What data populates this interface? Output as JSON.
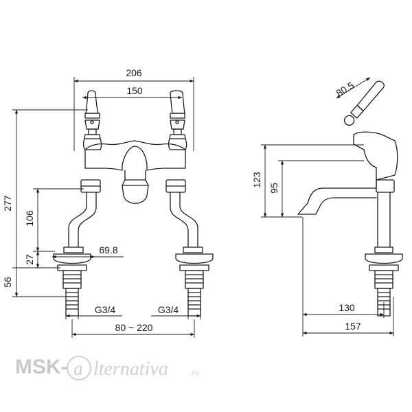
{
  "front_view": {
    "width_overall": "206",
    "handle_spacing": "150",
    "height_overall": "277",
    "height_to_nut": "106",
    "flange_height": "27",
    "flange_diameter": "69.8",
    "shank_length": "56",
    "thread_left": "G3/4",
    "thread_right": "G3/4",
    "centres_range": "80 ~ 220"
  },
  "side_view": {
    "lever_length": "80.5",
    "height_to_lever": "123",
    "spout_height": "95",
    "spout_reach": "130",
    "overall_depth": "157"
  },
  "watermark": {
    "brand_prefix": "MSK-",
    "brand_a": "a",
    "brand_suffix": "lternativa",
    "domain_suffix": ".ru"
  },
  "colors": {
    "line": "#1a1a1a",
    "watermark": "#c9c9c9"
  }
}
